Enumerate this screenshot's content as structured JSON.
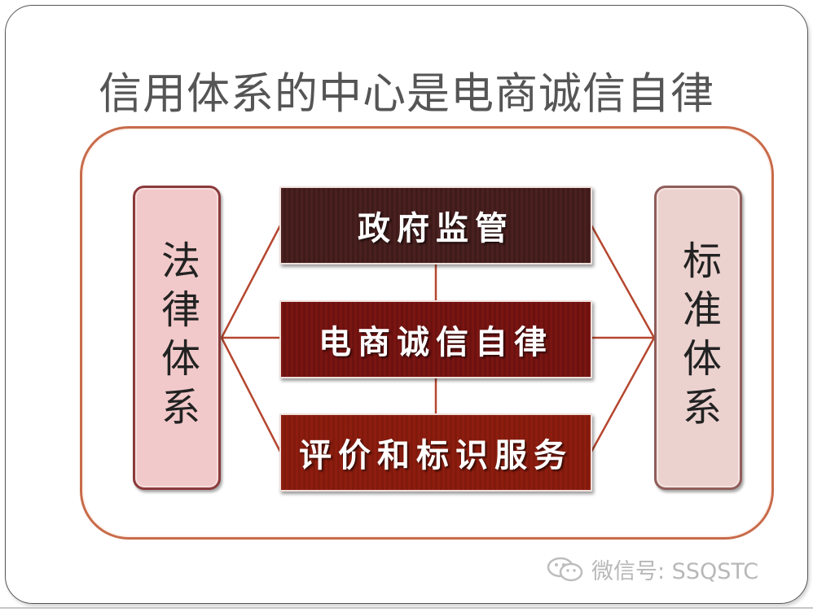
{
  "slide": {
    "title": "信用体系的中心是电商诚信自律"
  },
  "diagram": {
    "left_pillar": "法律体系",
    "right_pillar": "标准体系",
    "center_top": "政府监管",
    "center_middle": "电商诚信自律",
    "center_bottom": "评价和标识服务"
  },
  "watermark": {
    "text": "微信号: SSQSTC",
    "icon": "wechat-icon"
  },
  "colors": {
    "title": "#555555",
    "outer_border": "#c86b4a",
    "left_pillar_fill": "#f2c9ca",
    "right_pillar_fill": "#ecd2cf",
    "box_top": "#4a2120",
    "box_middle": "#7a1512",
    "box_bottom": "#8e1d0f",
    "connector": "#b5472f"
  }
}
